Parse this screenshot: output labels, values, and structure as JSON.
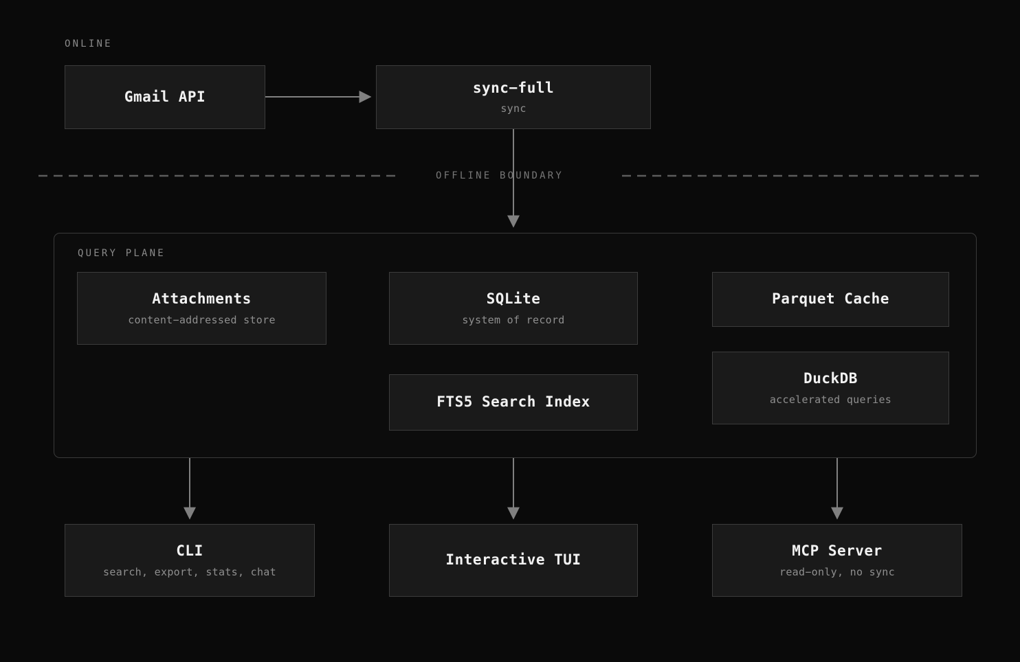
{
  "diagram": {
    "background": "#0a0a0a",
    "box_fill": "#1a1a1a",
    "box_border": "#3c3c3c",
    "edge_color": "#808080",
    "label_color": "#8a8a8a",
    "title_color": "#f2f2f2",
    "subtitle_color": "#8f8f8f"
  },
  "labels": {
    "online": "ONLINE",
    "offline_boundary": "OFFLINE BOUNDARY",
    "query_plane": "QUERY PLANE"
  },
  "nodes": {
    "gmail_api": {
      "title": "Gmail API",
      "subtitle": ""
    },
    "sync_full": {
      "title": "sync−full",
      "subtitle": "sync"
    },
    "attachments": {
      "title": "Attachments",
      "subtitle": "content−addressed store"
    },
    "sqlite": {
      "title": "SQLite",
      "subtitle": "system of record"
    },
    "parquet_cache": {
      "title": "Parquet Cache",
      "subtitle": ""
    },
    "fts5": {
      "title": "FTS5 Search Index",
      "subtitle": ""
    },
    "duckdb": {
      "title": "DuckDB",
      "subtitle": "accelerated queries"
    },
    "cli": {
      "title": "CLI",
      "subtitle": "search, export, stats, chat"
    },
    "tui": {
      "title": "Interactive TUI",
      "subtitle": ""
    },
    "mcp_server": {
      "title": "MCP Server",
      "subtitle": "read−only, no sync"
    }
  },
  "edges": [
    {
      "from": "gmail_api",
      "to": "sync_full",
      "direction": "right"
    },
    {
      "from": "sync_full",
      "to": "query_plane",
      "direction": "down"
    },
    {
      "from": "sqlite",
      "to": "attachments",
      "direction": "left"
    },
    {
      "from": "sqlite",
      "to": "parquet_cache",
      "direction": "right"
    },
    {
      "from": "sqlite",
      "to": "fts5",
      "direction": "down"
    },
    {
      "from": "parquet_cache",
      "to": "duckdb",
      "direction": "down"
    },
    {
      "from": "query_plane",
      "to": "cli",
      "direction": "down"
    },
    {
      "from": "query_plane",
      "to": "tui",
      "direction": "down"
    },
    {
      "from": "query_plane",
      "to": "mcp_server",
      "direction": "down"
    }
  ]
}
